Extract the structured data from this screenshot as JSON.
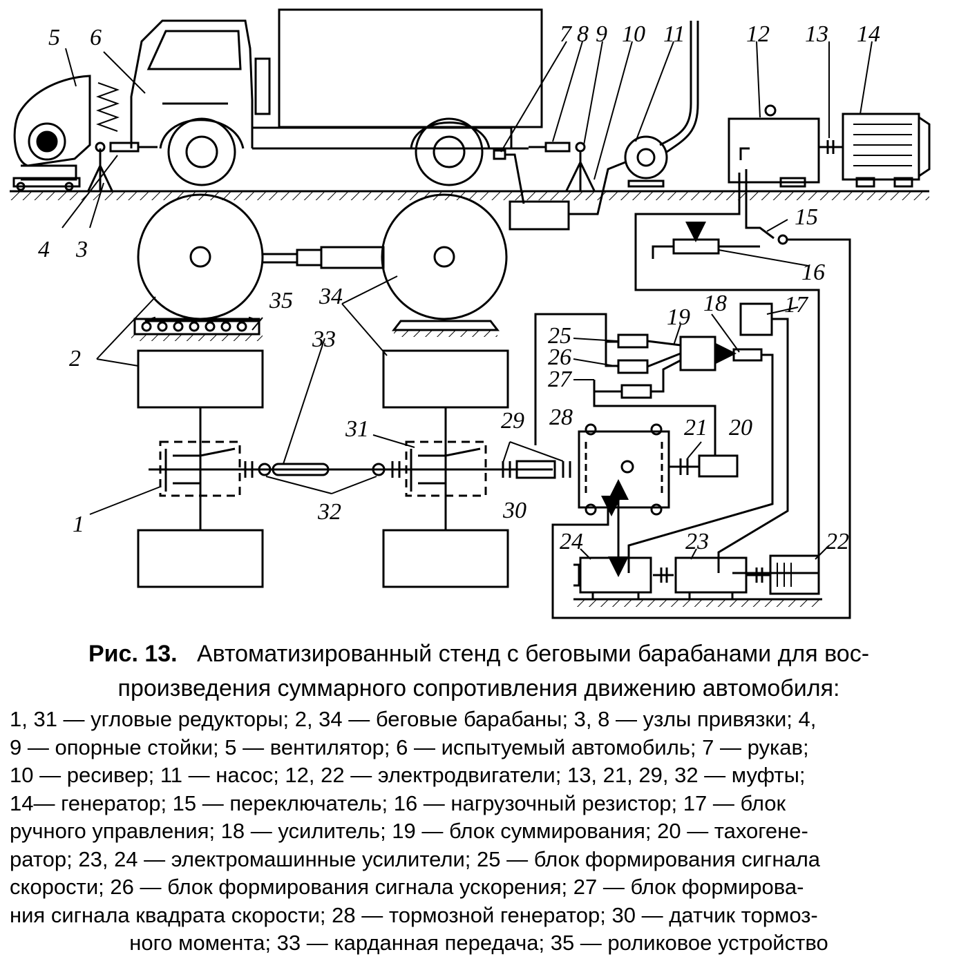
{
  "figure": {
    "labels": [
      "1",
      "2",
      "3",
      "4",
      "5",
      "6",
      "7",
      "8",
      "9",
      "10",
      "11",
      "12",
      "13",
      "14",
      "15",
      "16",
      "17",
      "18",
      "19",
      "20",
      "21",
      "22",
      "23",
      "24",
      "25",
      "26",
      "27",
      "28",
      "29",
      "30",
      "31",
      "32",
      "33",
      "34",
      "35"
    ]
  },
  "caption": {
    "fig_label": "Рис. 13.",
    "title_line1": "Автоматизированный стенд с беговыми барабанами для вос-",
    "title_line2": "произведения суммарного сопротивления движению автомобиля:",
    "legend": [
      {
        "keys": "1, 31",
        "text": "угловые редукторы"
      },
      {
        "keys": "2, 34",
        "text": "беговые барабаны"
      },
      {
        "keys": "3, 8",
        "text": "узлы привязки"
      },
      {
        "keys": "4, 9",
        "text": "опорные стойки"
      },
      {
        "keys": "5",
        "text": "вентилятор"
      },
      {
        "keys": "6",
        "text": "испытуемый автомобиль"
      },
      {
        "keys": "7",
        "text": "рукав"
      },
      {
        "keys": "10",
        "text": "ресивер"
      },
      {
        "keys": "11",
        "text": "насос"
      },
      {
        "keys": "12, 22",
        "text": "электродвигатели"
      },
      {
        "keys": "13, 21, 29, 32",
        "text": "муфты"
      },
      {
        "keys": "14",
        "text": "генератор"
      },
      {
        "keys": "15",
        "text": "переключатель"
      },
      {
        "keys": "16",
        "text": "нагрузочный резистор"
      },
      {
        "keys": "17",
        "text": "блок ручного управления"
      },
      {
        "keys": "18",
        "text": "усилитель"
      },
      {
        "keys": "19",
        "text": "блок суммирования"
      },
      {
        "keys": "20",
        "text": "тахогенератор"
      },
      {
        "keys": "23, 24",
        "text": "электромашинные усилители"
      },
      {
        "keys": "25",
        "text": "блок формирования сигнала скорости"
      },
      {
        "keys": "26",
        "text": "блок формирования сигнала ускорения"
      },
      {
        "keys": "27",
        "text": "блок формирования сигнала квадрата скорости"
      },
      {
        "keys": "28",
        "text": "тормозной генератор"
      },
      {
        "keys": "30",
        "text": "датчик тормозного момента"
      },
      {
        "keys": "33",
        "text": "карданная передача"
      },
      {
        "keys": "35",
        "text": "роликовое устройство"
      }
    ],
    "lines": [
      "1, 31 — угловые редукторы; 2, 34 — беговые барабаны; 3, 8 — узлы привязки; 4,",
      "9 — опорные стойки; 5 — вентилятор; 6 — испытуемый автомобиль; 7 — рукав;",
      "10 — ресивер; 11 — насос; 12, 22 — электродвигатели; 13, 21, 29, 32 — муфты;",
      "14— генератор; 15 — переключатель; 16 — нагрузочный резистор; 17 — блок",
      "ручного управления; 18 — усилитель; 19 — блок суммирования; 20 — тахогене-",
      "ратор; 23, 24 — электромашинные усилители; 25 — блок формирования сигнала",
      "скорости; 26 — блок формирования сигнала ускорения; 27 — блок формирова-",
      "ния сигнала квадрата скорости; 28 — тормозной генератор; 30 — датчик тормоз-",
      "ного момента; 33 — карданная передача; 35 — роликовое устройство"
    ]
  }
}
